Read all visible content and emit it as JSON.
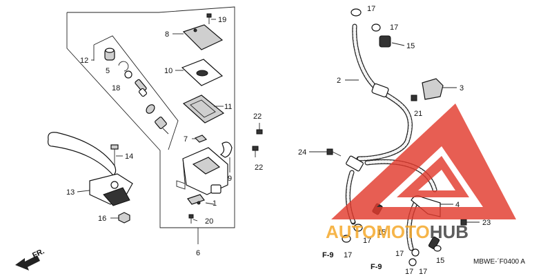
{
  "diagram": {
    "callouts": {
      "c1": "1",
      "c2": "2",
      "c3": "3",
      "c4": "4",
      "c5": "5",
      "c6": "6",
      "c7": "7",
      "c8": "8",
      "c9": "9",
      "c10": "10",
      "c11": "11",
      "c12": "12",
      "c13": "13",
      "c14": "14",
      "c15a": "15",
      "c15b": "15",
      "c15c": "15",
      "c16": "16",
      "c17a": "17",
      "c17b": "17",
      "c17c": "17",
      "c17d": "17",
      "c17e": "17",
      "c17f": "17",
      "c17g": "17",
      "c18": "18",
      "c19": "19",
      "c20": "20",
      "c21": "21",
      "c22a": "22",
      "c22b": "22",
      "c23": "23",
      "c24": "24"
    },
    "refs": {
      "f9a": "F-9",
      "f9b": "F-9"
    },
    "direction_label": "FR.",
    "diagram_code": "MBWE-´F0400 A"
  },
  "watermark": {
    "text_a": "AUTO",
    "text_b": "MOTO",
    "text_c": "HUB",
    "color_red": "#e23b2e",
    "color_orange": "#f5a623",
    "color_dark": "#3a3a3a"
  }
}
